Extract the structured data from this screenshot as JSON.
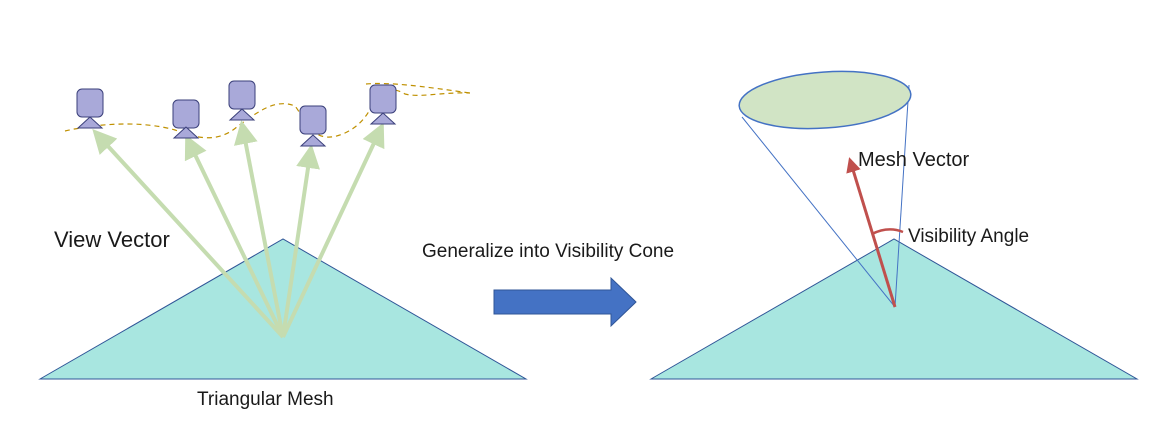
{
  "labels": {
    "view_vector": "View Vector",
    "triangular_mesh": "Triangular Mesh",
    "generalize": "Generalize into Visibility Cone",
    "mesh_vector": "Mesh Vector",
    "visibility_angle": "Visibility Angle"
  },
  "colors": {
    "mesh_fill": "#a8e6e0",
    "mesh_stroke": "#2f5597",
    "view_arrow": "#c5dcb0",
    "camera_fill": "#a9a9d9",
    "camera_stroke": "#3a3f7a",
    "path_dash": "#bf9000",
    "block_arrow": "#4472c4",
    "cone_fill": "#d1e4c5",
    "cone_stroke": "#4472c4",
    "mesh_vector": "#c0504d"
  },
  "icons": {
    "camera": "camera-icon",
    "block_arrow": "right-arrow-icon"
  }
}
